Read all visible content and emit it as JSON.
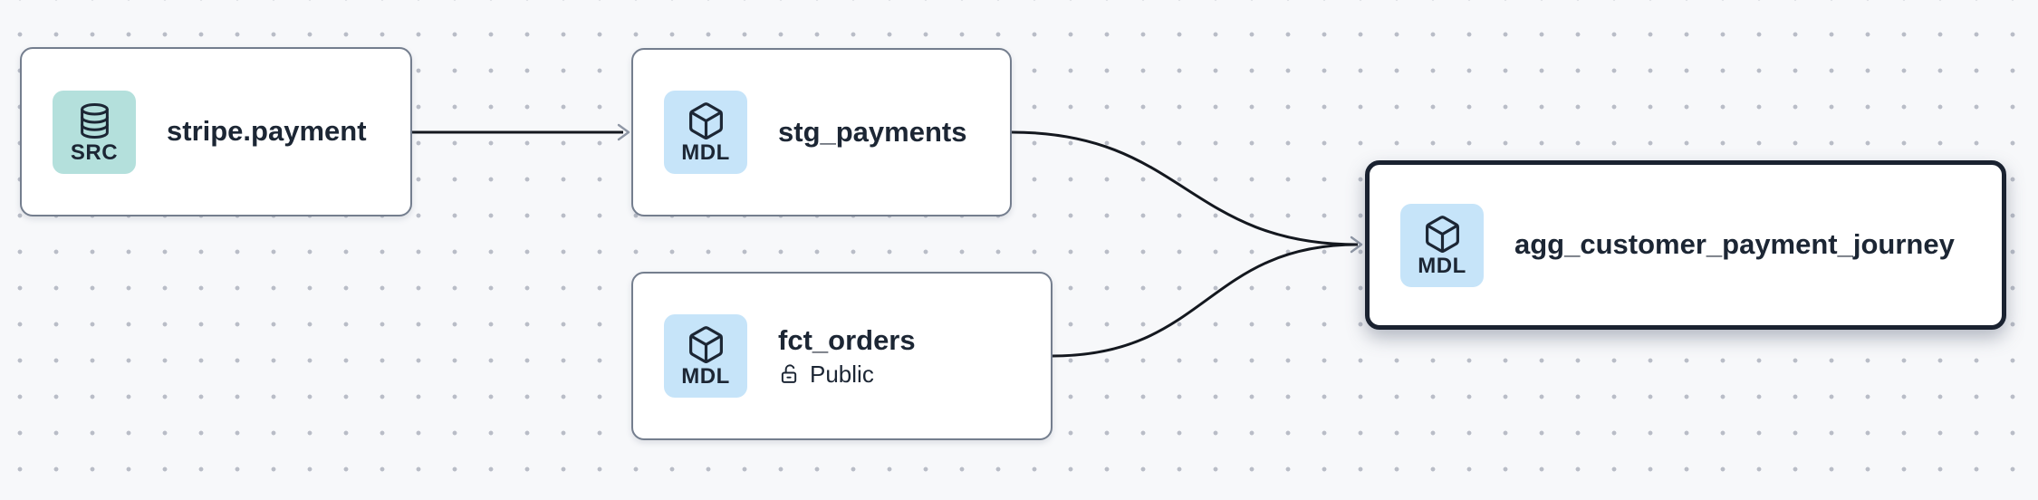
{
  "canvas": {
    "kind": "lineage-graph"
  },
  "colors": {
    "canvas_bg": "#f7f8fa",
    "grid_dot": "#b9bdc7",
    "node_bg": "#ffffff",
    "node_border": "#747e8e",
    "selected_node_border": "#1a2230",
    "text_dark": "#1c2634",
    "edge": "#14181f",
    "arrowhead": "#8f97a5",
    "badge_source_bg": "#b4e0dc",
    "badge_model_bg": "#c6e4f9"
  },
  "nodes": [
    {
      "id": "stripe-payment",
      "title": "stripe.payment",
      "type": "source",
      "badge": {
        "label": "SRC",
        "icon": "database-icon"
      },
      "selected": false
    },
    {
      "id": "stg-payments",
      "title": "stg_payments",
      "type": "model",
      "badge": {
        "label": "MDL",
        "icon": "cube-icon"
      },
      "selected": false
    },
    {
      "id": "fct-orders",
      "title": "fct_orders",
      "subtitle": "Public",
      "subtitle_icon": "unlock-icon",
      "type": "model",
      "badge": {
        "label": "MDL",
        "icon": "cube-icon"
      },
      "selected": false
    },
    {
      "id": "agg-customer-payment-journey",
      "title": "agg_customer_payment_journey",
      "type": "model",
      "badge": {
        "label": "MDL",
        "icon": "cube-icon"
      },
      "selected": true
    }
  ],
  "edges": [
    {
      "from": "stripe-payment",
      "to": "stg-payments"
    },
    {
      "from": "stg-payments",
      "to": "agg-customer-payment-journey"
    },
    {
      "from": "fct-orders",
      "to": "agg-customer-payment-journey"
    }
  ]
}
